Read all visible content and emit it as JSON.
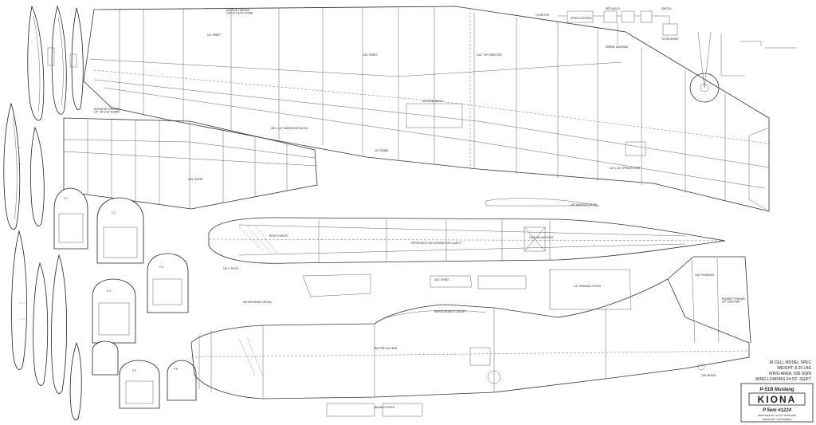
{
  "labels": {
    "aileron_throws": "AILERON THROWS\n1/8\" UP & 1/16\" DOWN",
    "to_motor": "TO MOTOR",
    "speed_control": "SPEED CONTROL",
    "switch": "SWITCH",
    "red_black": "RED BLACK",
    "to_receiver": "TO RECEIVER",
    "wiring_diagram": "WIRING DIAGRAM",
    "aileron_servo": "AILERON SERVO",
    "elevator_throws": "ELEVATOR THROWS\n1/2\" UP & 1/2\" DOWN",
    "hardwood_block": "3/8\" x 1/4\" HARDWOOD BLOCK",
    "wing_tip_sheet": "1/4\" SHEET",
    "balsa_sheet_116": "1/16\" SHEET",
    "top_sheet": "1/16\" TOP SHEETING",
    "spruce_spar": "1/4\" x 1/4\" SPRUCE SPAR",
    "dowel": "1/4\" DOWEL",
    "washout": "1/8\" WASHOUT AT TIP",
    "right_thrust": "RIGHT THRUST",
    "upper_deck": "UPPER DECK NOT SHOWN FOR CLARITY",
    "cooling_air": "COOLING AIR HOLE",
    "light_ply": "1/8\" LITE PLY",
    "motor_mount": "MOTOR MOUNT DETAIL",
    "canopy": "WORLD MODELS CANOPY",
    "battery_access": "BATTERY ACCESS",
    "fin_planking": "1/16\" PLANKING",
    "rudder_throws": "RUDDER THROWS\n1/4\" EACH WAY",
    "balance_point": "BALANCE POINT",
    "tail_wheel": "TAIL WHEEL",
    "former_f1": "F-1",
    "former_f2": "F-2",
    "former_f3": "F-3",
    "former_f4": "F-4",
    "former_f5": "F-5",
    "former_f6": "F-6",
    "sheet_316": "3/16\" SHEET",
    "sheet_332": "3/32\" SHEET",
    "triangle_stock": "1/4\" TRIANGLE STOCK"
  },
  "specs": {
    "model": "18 CELL MODEL SPEC",
    "weight": "WEIGHT: 8.25 LBS",
    "wing_area": "WING AREA: 596 SQIN",
    "wing_loading": "WING LOADING 24 OZ. SQ/FT"
  },
  "title_block": {
    "subtitle": "P-51B Mustang",
    "brand": "KIONA",
    "drawing_no": "P 5em #1224",
    "designer": "DESIGNED BY: SCOTT HUFFMAN",
    "drawn_by": "DRAWN BY: SUZ MORRIS"
  }
}
